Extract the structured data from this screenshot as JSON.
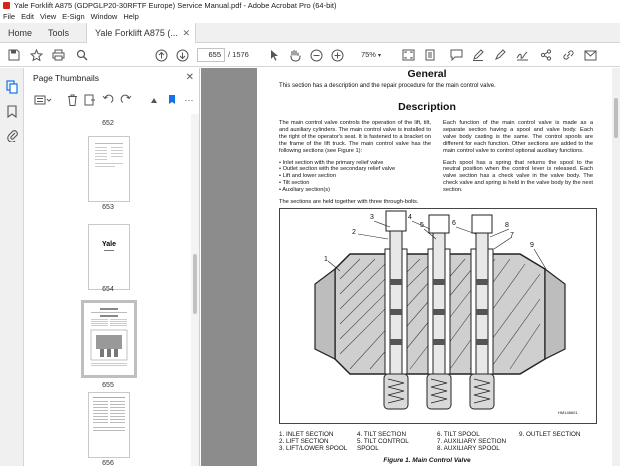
{
  "window": {
    "title": "Yale Forklift A875 (GDPGLP20-30RFTF Europe) Service Manual.pdf - Adobe Acrobat Pro (64-bit)"
  },
  "menu": [
    "File",
    "Edit",
    "View",
    "E-Sign",
    "Window",
    "Help"
  ],
  "tabs": {
    "home": "Home",
    "tools": "Tools",
    "document": "Yale Forklift A875 (..."
  },
  "toolbar": {
    "page_current": "655",
    "page_total": "/ 1576",
    "zoom": "75%"
  },
  "thumbnails": {
    "title": "Page Thumbnails",
    "pages": [
      {
        "label": "652"
      },
      {
        "label": "653"
      },
      {
        "label": "654",
        "logo": "Yale"
      },
      {
        "label": "655"
      },
      {
        "label": "656"
      }
    ]
  },
  "document": {
    "general_heading": "General",
    "intro": "This section has a description and the repair procedure for the main control valve.",
    "description_heading": "Description",
    "left_col_p1": "The main control valve controls the operation of the lift, tilt, and auxiliary cylinders. The main control valve is installed to the right of the operator's seat. It is fastened to a bracket on the frame of the lift truck. The main control valve has the following sections (see Figure 1):",
    "left_col_bullets": [
      "Inlet section with the primary relief valve",
      "Outlet section with the secondary relief valve",
      "Lift and lower section",
      "Tilt section",
      "Auxiliary section(s)"
    ],
    "left_col_p2": "The sections are held together with three through-bolts.",
    "right_col_p1": "Each function of the main control valve is made as a separate section having a spool and valve body. Each valve body casting is the same. The control spools are different for each function. Other sections are added to the main control valve to control optional auxiliary functions.",
    "right_col_p2": "Each spool has a spring that returns the spool to the neutral position when the control lever is released. Each valve section has a check valve in the valve body. The check valve and spring is held in the valve body by the next section.",
    "figure_id": "HM148601",
    "callouts": [
      "1",
      "2",
      "3",
      "4",
      "5",
      "6",
      "7",
      "8",
      "9"
    ],
    "legend": [
      "1.   INLET SECTION",
      "2.   LIFT SECTION",
      "3.   LIFT/LOWER SPOOL",
      "4.   TILT SECTION",
      "5.   TILT CONTROL",
      "      SPOOL",
      "6.   TILT SPOOL",
      "7.   AUXILIARY SECTION",
      "8.   AUXILIARY SPOOL",
      "9.   OUTLET SECTION"
    ],
    "caption": "Figure 1. Main Control Valve"
  },
  "colors": {
    "acrobat_red": "#d8231b",
    "active_blue": "#1473e6"
  }
}
